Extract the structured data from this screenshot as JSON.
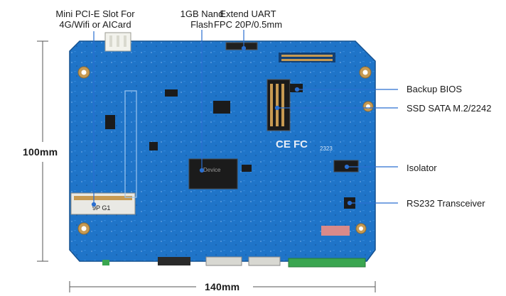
{
  "callouts": {
    "mini_pcie": {
      "line1": "Mini PCI-E Slot For",
      "line2": "4G/Wifi or AICard"
    },
    "nand": {
      "line1": "1GB Nand",
      "line2": "Flash"
    },
    "uart": {
      "line1": "Extend UART",
      "line2": "FPC 20P/0.5mm"
    },
    "backup_bios": "Backup BIOS",
    "ssd": "SSD SATA M.2/2242",
    "isolator": "Isolator",
    "rs232": "RS232 Transceiver"
  },
  "dimensions": {
    "height": "100mm",
    "width": "140mm"
  },
  "board": {
    "slot_marking": "9P G1",
    "chip_marking": "Device",
    "cert_marks": "CE FC",
    "small_code": "2323",
    "colors": {
      "pcb": "#1f74c8",
      "pcb_dark": "#175fa8",
      "callout_line": "#2a6fd0",
      "pad_gold": "#caa25a",
      "connector_green": "#3aa650"
    }
  }
}
